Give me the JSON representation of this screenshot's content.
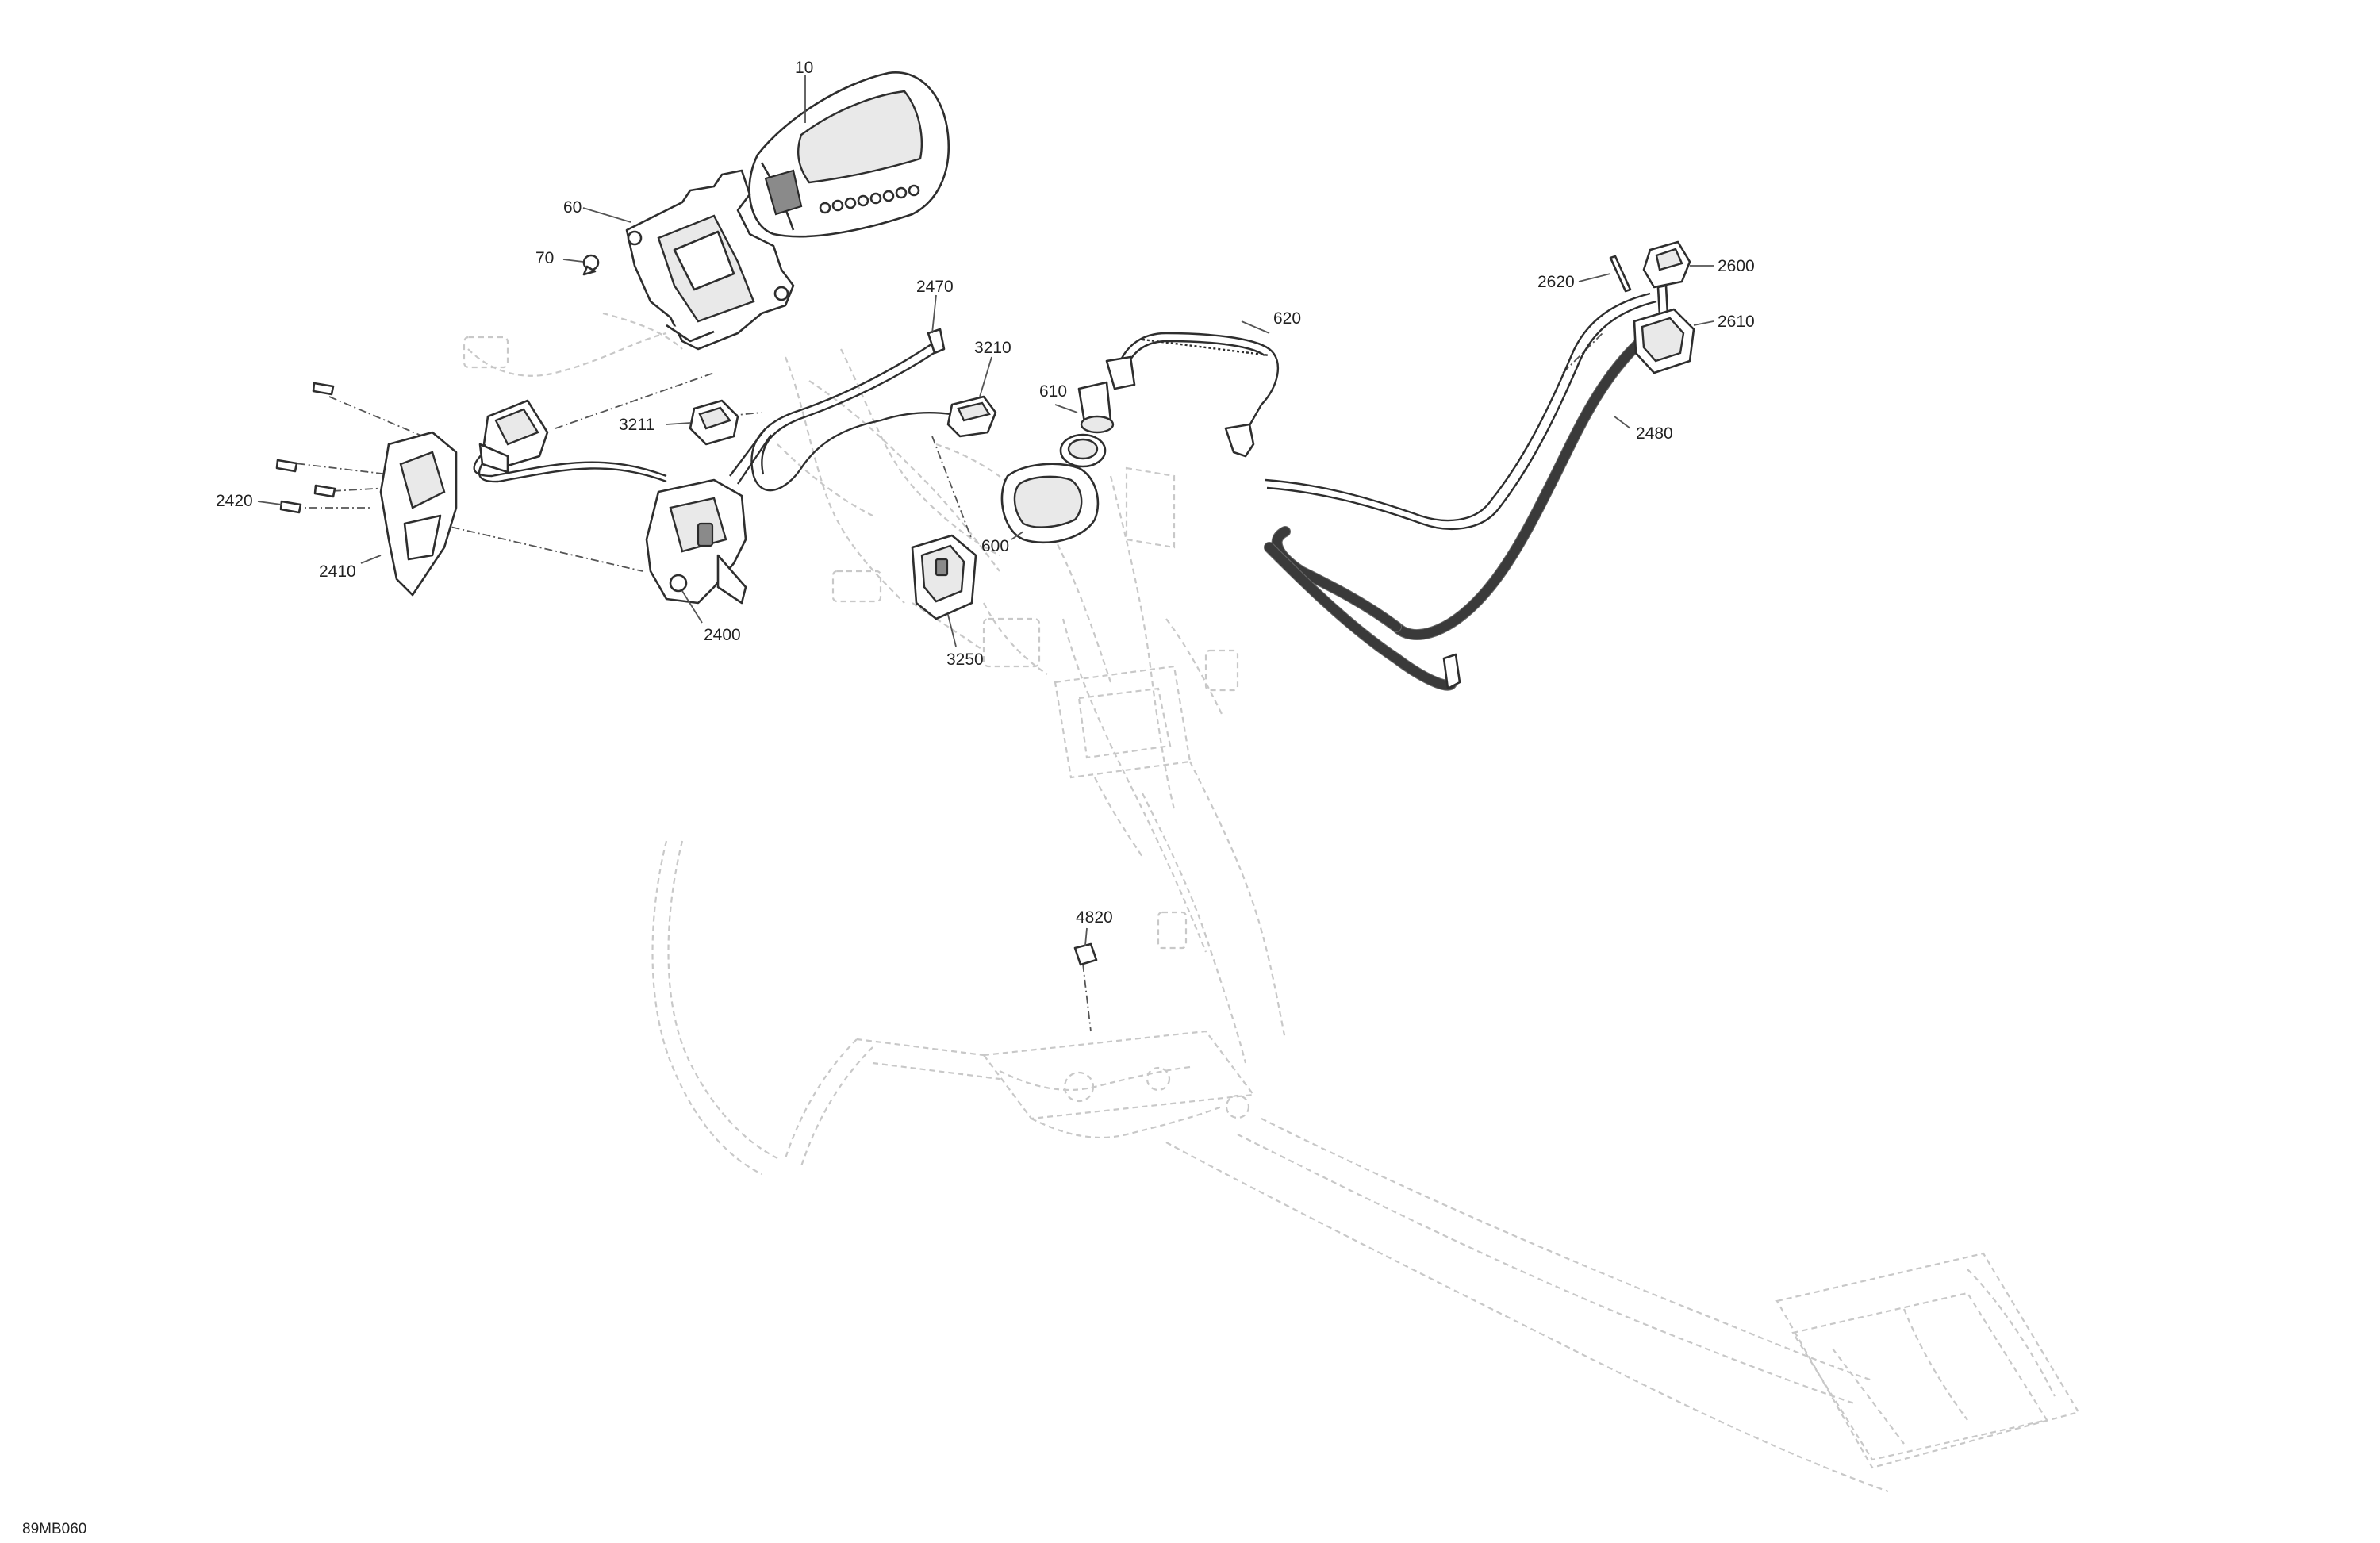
{
  "diagram": {
    "reference_code": "89MB060",
    "callouts": {
      "c10": "10",
      "c60": "60",
      "c70": "70",
      "c2470": "2470",
      "c3210": "3210",
      "c3211": "3211",
      "c620": "620",
      "c610": "610",
      "c600": "600",
      "c2420": "2420",
      "c2410": "2410",
      "c2400": "2400",
      "c3250": "3250",
      "c2620": "2620",
      "c2600": "2600",
      "c2610": "2610",
      "c2480": "2480",
      "c4820": "4820"
    }
  }
}
